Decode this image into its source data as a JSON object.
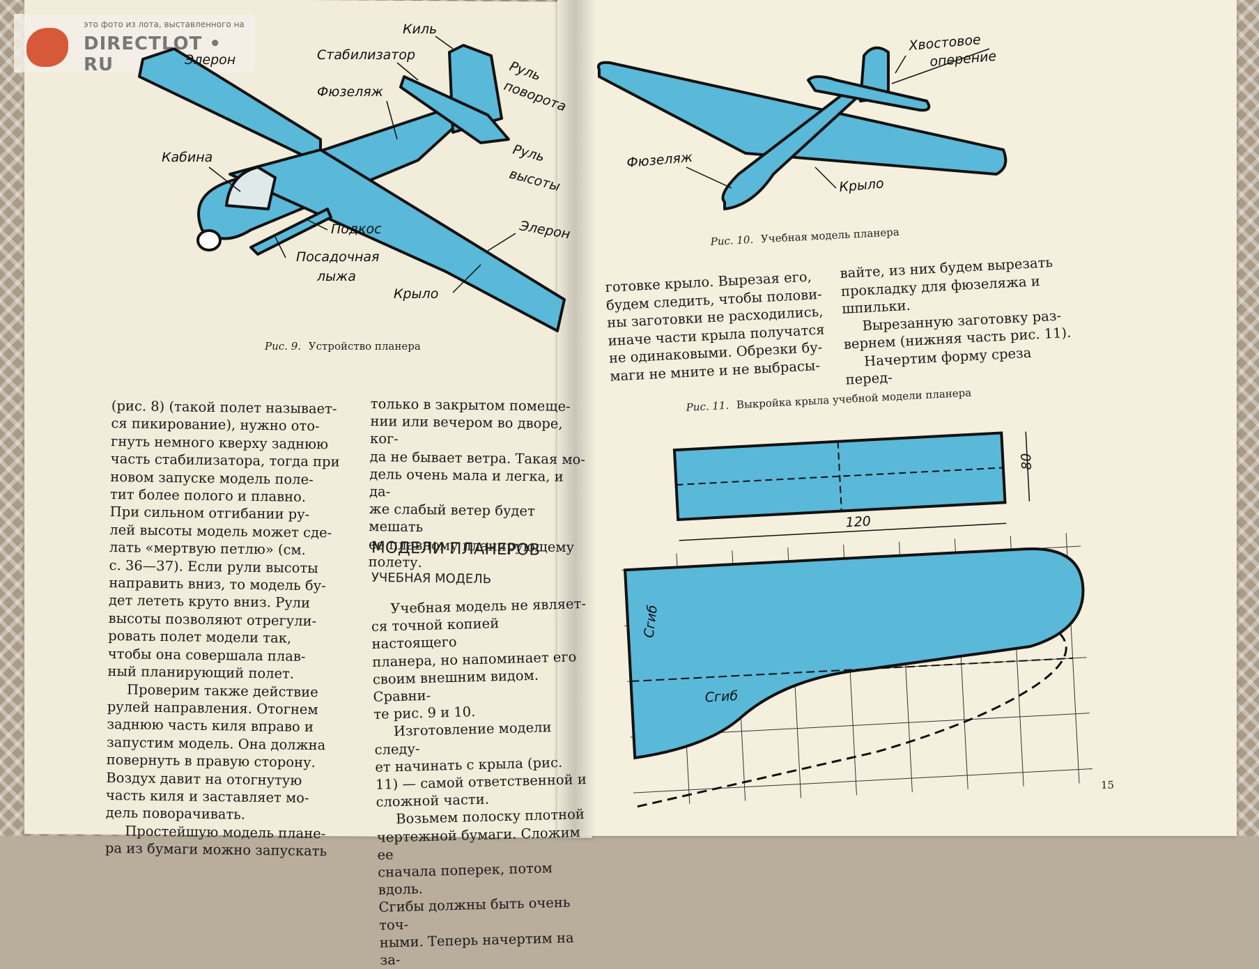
{
  "watermark": {
    "top_line": "это фото из лота, выставленного на",
    "brand": "DIRECTLOT • RU"
  },
  "fig9": {
    "caption_num": "Рис. 9.",
    "caption_text": "Устройство планера",
    "labels": {
      "kil": "Киль",
      "stabilizator": "Стабилизатор",
      "eleron_top": "Элерон",
      "rul_povorota_1": "Руль",
      "rul_povorota_2": "поворота",
      "fuzelyazh": "Фюзеляж",
      "rul_vysoty_1": "Руль",
      "rul_vysoty_2": "высоты",
      "kabina": "Кабина",
      "podkos": "Подкос",
      "posadochnaya_1": "Посадочная",
      "posadochnaya_2": "лыжа",
      "eleron": "Элерон",
      "krylo": "Крыло"
    }
  },
  "fig10": {
    "caption_num": "Рис. 10.",
    "caption_text": "Учебная модель планера",
    "labels": {
      "hvost_1": "Хвостовое",
      "hvost_2": "оперение",
      "fuzelyazh": "Фюзеляж",
      "krylo": "Крыло"
    }
  },
  "fig11": {
    "caption_num": "Рис. 11.",
    "caption_text": "Выкройка крыла учебной модели планера",
    "dim_width": "120",
    "dim_height": "80",
    "fold_label_1": "Сгиб",
    "fold_label_2": "Сгиб"
  },
  "left_col1": [
    "(рис. 8) (такой полет называет-",
    "ся пикирование), нужно ото-",
    "гнуть немного кверху заднюю",
    "часть стабилизатора, тогда при",
    "новом запуске модель поле-",
    "тит более полого и плавно.",
    "При сильном отгибании ру-",
    "лей высоты модель может сде-",
    "лать «мертвую петлю» (см.",
    "с. 36—37). Если рули высоты",
    "направить вниз, то модель бу-",
    "дет лететь круто вниз. Рули",
    "высоты позволяют отрегули-",
    "ровать полет модели так,",
    "чтобы она совершала плав-",
    "ный планирующий полет.",
    "Проверим также действие",
    "рулей направления. Отогнем",
    "заднюю часть киля вправо и",
    "запустим модель. Она должна",
    "повернуть в правую сторону.",
    "Воздух давит на отогнутую",
    "часть киля и заставляет мо-",
    "дель поворачивать.",
    "Простейшую модель плане-",
    "ра из бумаги можно запускать"
  ],
  "left_col2_top": [
    "только в закрытом помеще-",
    "нии или вечером во дворе, ког-",
    "да не бывает ветра. Такая мо-",
    "дель очень мала и легка, и да-",
    "же слабый ветер будет мешать",
    "ее плавному планирующему",
    "полету."
  ],
  "heading_main": "МОДЕЛИ ПЛАНЕРОВ",
  "heading_sub": "УЧЕБНАЯ МОДЕЛЬ",
  "left_col2_bottom": [
    "Учебная модель не являет-",
    "ся точной копией настоящего",
    "планера, но напоминает его",
    "своим внешним видом. Сравни-",
    "те рис. 9 и 10.",
    "Изготовление модели следу-",
    "ет начинать с крыла (рис.",
    "11) — самой ответственной и",
    "сложной части.",
    "Возьмем полоску плотной",
    "чертежной бумаги. Сложим ее",
    "сначала поперек, потом вдоль.",
    "Сгибы должны быть очень точ-",
    "ными. Теперь начертим на за-"
  ],
  "right_col1": [
    "готовке крыло. Вырезая его,",
    "будем следить, чтобы полови-",
    "ны заготовки не расходились,",
    "иначе части крыла получатся",
    "не одинаковыми. Обрезки бу-",
    "маги не мните и не выбрасы-"
  ],
  "right_col2": [
    "вайте, из них будем вырезать",
    "прокладку для фюзеляжа и",
    "шпильки.",
    "Вырезанную заготовку раз-",
    "вернем (нижняя часть рис. 11).",
    "Начертим форму среза перед-"
  ],
  "page_number": "15",
  "colors": {
    "blue": "#5ab8d8",
    "ink": "#111111",
    "paper": "#f2ecda"
  }
}
